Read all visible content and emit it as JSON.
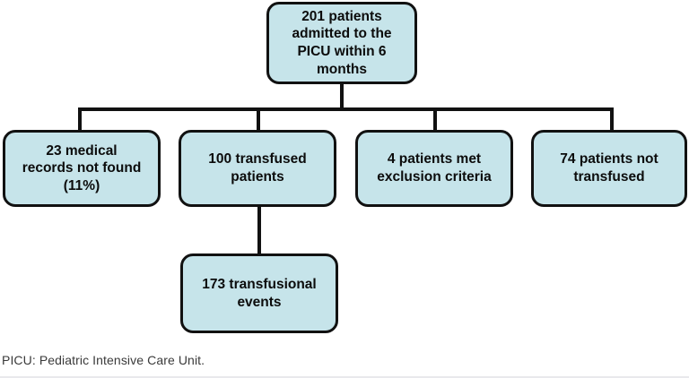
{
  "figure": {
    "type": "flowchart",
    "title": "",
    "caption": "PICU: Pediatric Intensive Care Unit.",
    "colors": {
      "node_fill": "#c6e4ea",
      "node_border": "#111111",
      "connector": "#111111",
      "text": "#0c0c0c",
      "caption_text": "#3a3a3a",
      "background": "#ffffff"
    },
    "nodes": {
      "root": {
        "label": "201 patients\nadmitted to the\nPICU within 6\nmonths",
        "count": 201
      },
      "records_not_found": {
        "label": "23 medical\nrecords not found\n(11%)",
        "count": 23,
        "percent": "11%"
      },
      "transfused": {
        "label": "100 transfused\npatients",
        "count": 100
      },
      "exclusion": {
        "label": "4 patients met\nexclusion criteria",
        "count": 4
      },
      "not_transfused": {
        "label": "74 patients not\ntransfused",
        "count": 74
      },
      "events": {
        "label": "173 transfusional\nevents",
        "count": 173
      }
    },
    "edges": [
      {
        "from": "root",
        "to": "records_not_found"
      },
      {
        "from": "root",
        "to": "transfused"
      },
      {
        "from": "root",
        "to": "exclusion"
      },
      {
        "from": "root",
        "to": "not_transfused"
      },
      {
        "from": "transfused",
        "to": "events"
      }
    ]
  }
}
